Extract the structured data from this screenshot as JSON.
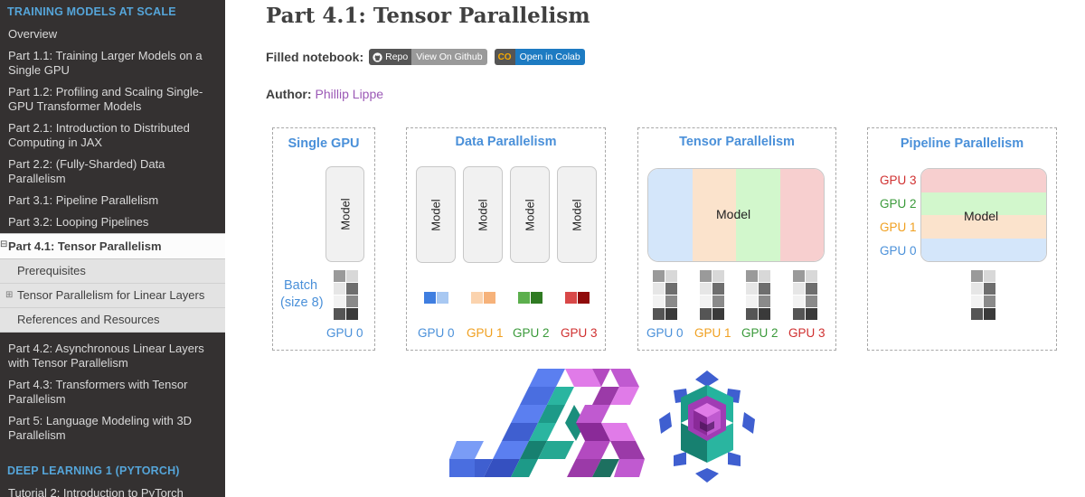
{
  "sidebar": {
    "section1": "TRAINING MODELS AT SCALE",
    "items": [
      "Overview",
      "Part 1.1: Training Larger Models on a Single GPU",
      "Part 1.2: Profiling and Scaling Single-GPU Transformer Models",
      "Part 2.1: Introduction to Distributed Computing in JAX",
      "Part 2.2: (Fully-Sharded) Data Parallelism",
      "Part 3.1: Pipeline Parallelism",
      "Part 3.2: Looping Pipelines"
    ],
    "current": "Part 4.1: Tensor Parallelism",
    "current_toggle": "⊟",
    "sub_items": [
      "Prerequisites",
      "Tensor Parallelism for Linear Layers",
      "References and Resources"
    ],
    "sub_toggle": "⊞",
    "items_after": [
      "Part 4.2: Asynchronous Linear Layers with Tensor Parallelism",
      "Part 4.3: Transformers with Tensor Parallelism",
      "Part 5: Language Modeling with 3D Parallelism"
    ],
    "section2": "DEEP LEARNING 1 (PYTORCH)",
    "partial_item": "Tutorial 2: Introduction to PyTorch"
  },
  "page": {
    "title": "Part 4.1: Tensor Parallelism",
    "notebook_label": "Filled notebook:",
    "badge1_left": "Repo",
    "badge1_right": "View On Github",
    "badge2_left": "CO",
    "badge2_right": "Open in Colab",
    "author_label": "Author:",
    "author_name": "Phillip Lippe"
  },
  "diagram": {
    "single": {
      "title": "Single GPU",
      "model": "Model",
      "batch": "Batch",
      "batch_size": "(size 8)",
      "gpu": "GPU 0"
    },
    "data": {
      "title": "Data Parallelism",
      "model": "Model",
      "gpus": [
        "GPU 0",
        "GPU 1",
        "GPU 2",
        "GPU 3"
      ]
    },
    "tensor": {
      "title": "Tensor Parallelism",
      "model": "Model",
      "gpus": [
        "GPU 0",
        "GPU 1",
        "GPU 2",
        "GPU 3"
      ]
    },
    "pipeline": {
      "title": "Pipeline Parallelism",
      "model": "Model",
      "gpus": [
        "GPU 3",
        "GPU 2",
        "GPU 1",
        "GPU 0"
      ]
    },
    "colors": {
      "gpu0": "#4a90d9",
      "gpu1": "#f0a020",
      "gpu2": "#3a9a3a",
      "gpu3": "#d03030",
      "light0": "#d4e6fa",
      "light1": "#fbe3cc",
      "light2": "#d2f7cc",
      "light3": "#f7cfcf"
    }
  },
  "logos": [
    "JAX",
    "Flax"
  ]
}
